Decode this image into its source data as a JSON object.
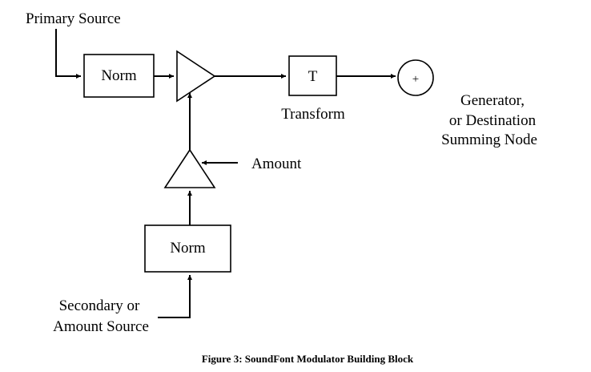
{
  "labels": {
    "primary_source": "Primary Source",
    "norm_top": "Norm",
    "transform_symbol": "T",
    "transform_label": "Transform",
    "sum_symbol": "+",
    "destination_line1": "Generator,",
    "destination_line2": "or Destination",
    "destination_line3": "Summing Node",
    "amount": "Amount",
    "norm_bottom": "Norm",
    "secondary_line1": "Secondary or",
    "secondary_line2": "Amount Source"
  },
  "caption": "Figure 3: SoundFont Modulator Building Block"
}
